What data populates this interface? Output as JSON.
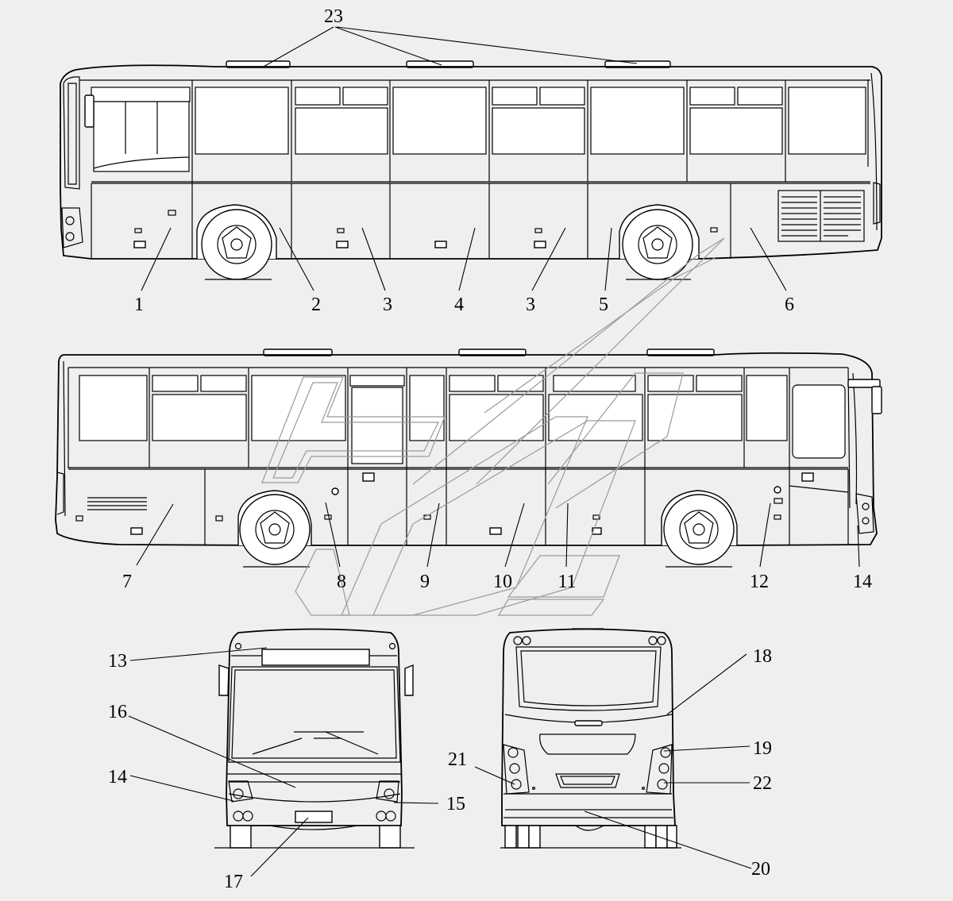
{
  "callouts": {
    "c1": "1",
    "c2": "2",
    "c3a": "3",
    "c4": "4",
    "c3b": "3",
    "c5": "5",
    "c6": "6",
    "c7": "7",
    "c8": "8",
    "c9": "9",
    "c10": "10",
    "c11": "11",
    "c12": "12",
    "c14": "14",
    "c13": "13",
    "c16": "16",
    "c14f": "14",
    "c15": "15",
    "c17": "17",
    "c18": "18",
    "c19": "19",
    "c21": "21",
    "c22": "22",
    "c20": "20",
    "c23": "23"
  },
  "views": [
    "side-view-right",
    "side-view-left",
    "front-view",
    "rear-view"
  ],
  "watermark": "trademark-logo-outline",
  "colors": {
    "line": "#000000",
    "paper": "#efefef",
    "watermark": "#9a9a9a"
  }
}
